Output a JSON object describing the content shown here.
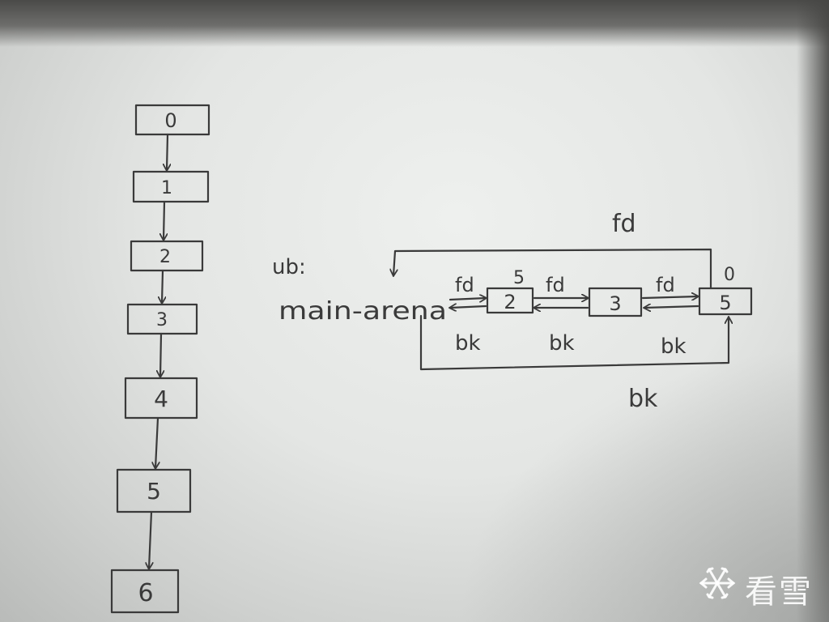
{
  "chain_nodes": [
    "0",
    "1",
    "2",
    "3",
    "4",
    "5",
    "6"
  ],
  "ub_label": "ub:",
  "main_arena_label": "main-arena",
  "list_nodes": [
    "2",
    "3",
    "5"
  ],
  "annotations": {
    "fd_top": "fd",
    "fd_1": "fd",
    "fd_2": "fd",
    "fd_3": "fd",
    "bk_1": "bk",
    "bk_2": "bk",
    "bk_3": "bk",
    "bk_bottom": "bk",
    "label_5": "5",
    "label_0": "0"
  },
  "watermark": {
    "icon": "snowflake-icon",
    "text": "看雪"
  },
  "colors": {
    "ink": "#3a3a3a",
    "paper": "#e8eae8"
  }
}
